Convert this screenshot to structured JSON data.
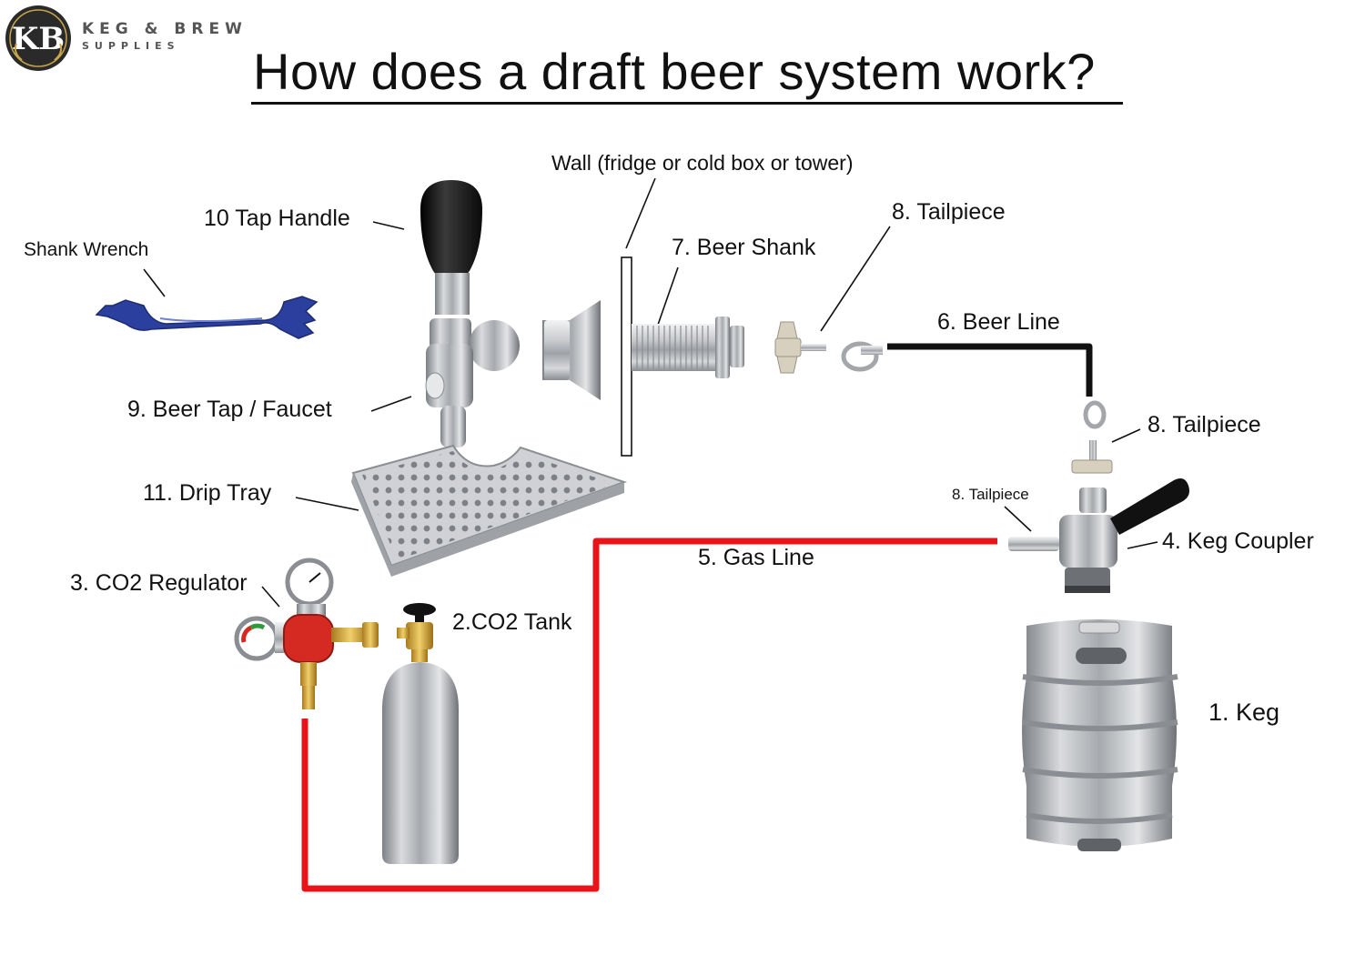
{
  "brand": {
    "monogram": "KB",
    "name": "KEG & BREW",
    "subtitle": "SUPPLIES"
  },
  "title": "How does a draft beer system work?",
  "labels": {
    "wall": "Wall (fridge or cold box or tower)",
    "tap_handle": "10 Tap Handle",
    "shank_wrench": "Shank Wrench",
    "beer_shank": "7. Beer Shank",
    "tailpiece_top": "8. Tailpiece",
    "beer_line": "6. Beer Line",
    "beer_tap": "9. Beer Tap / Faucet",
    "tailpiece_right": "8. Tailpiece",
    "drip_tray": "11. Drip Tray",
    "tailpiece_small": "8. Tailpiece",
    "keg_coupler": "4. Keg Coupler",
    "gas_line": "5. Gas Line",
    "co2_regulator": "3. CO2 Regulator",
    "co2_tank": "2.CO2 Tank",
    "keg": "1. Keg"
  },
  "colors": {
    "gas_line": "#e8141a",
    "beer_line": "#111111",
    "wrench": "#2b3f9e",
    "steel": "#b9bcc0",
    "handle": "#1a1a1a",
    "regulator_knob": "#d42a22",
    "brass": "#d2a43a"
  }
}
